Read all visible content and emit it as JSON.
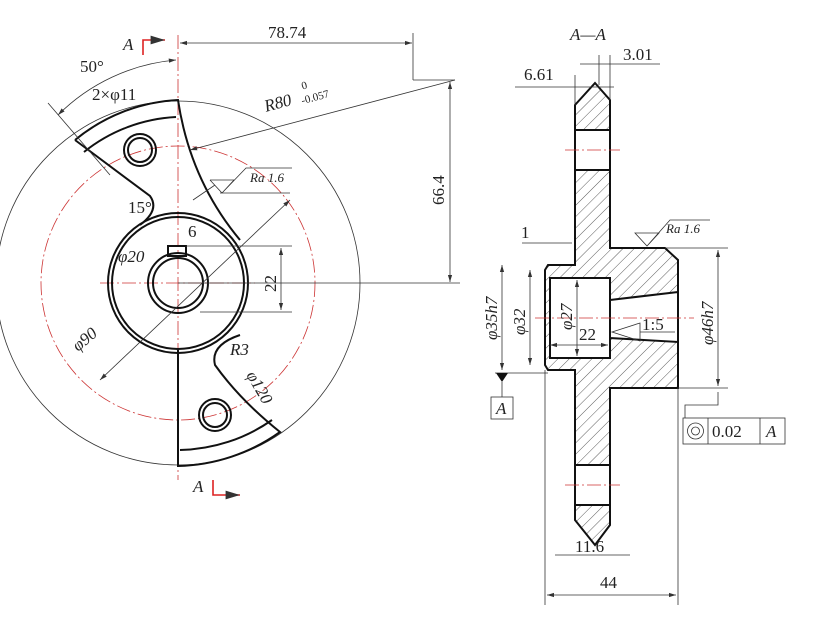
{
  "left_view": {
    "section_mark_top": "A",
    "section_mark_bottom": "A",
    "angle_50": "50°",
    "holes": "2×φ11",
    "width_78": "78.74",
    "radius_main": "R80",
    "radius_upper_tol": "0",
    "radius_lower_tol": "-0.057",
    "roughness": "Ra 1.6",
    "height_66": "66.4",
    "angle_15": "15°",
    "keyway_width": "6",
    "bore_dia": "φ20",
    "keyway_depth": "22",
    "pitch_dia": "φ90",
    "fillet": "R3",
    "outer_dia": "φ120"
  },
  "right_view": {
    "title": "A—A",
    "dim_301": "3.01",
    "dim_661": "6.61",
    "dim_1": "1",
    "roughness": "Ra 1.6",
    "dia_35": "φ35h7",
    "dia_32": "φ32",
    "dia_27": "φ27",
    "len_22": "22",
    "taper": "1:5",
    "dia_46": "φ46h7",
    "datum": "A",
    "tol_value": "0.02",
    "tol_datum": "A",
    "hub_len": "11.6",
    "total_len": "44"
  }
}
